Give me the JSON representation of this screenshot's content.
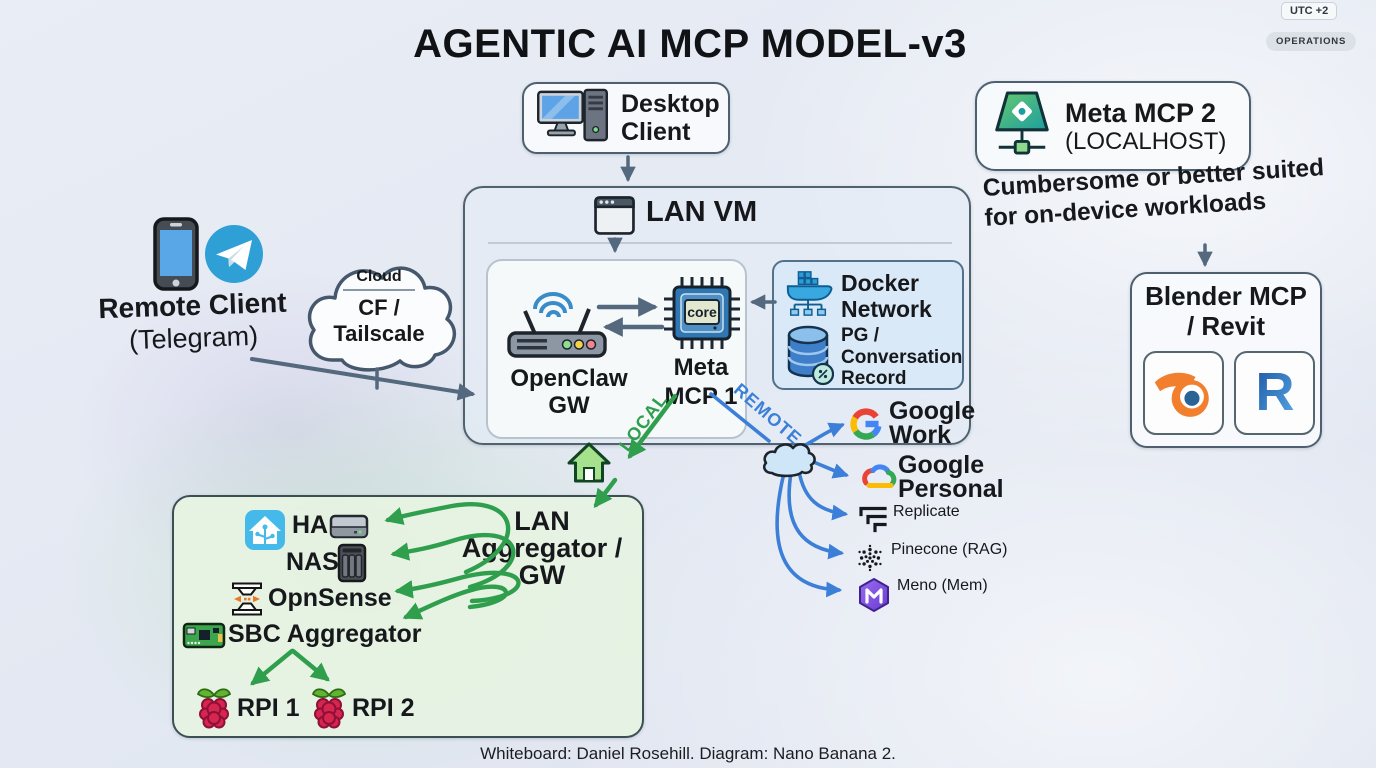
{
  "title": "AGENTIC AI MCP MODEL-v3",
  "footer": "Whiteboard: Daniel Rosehill. Diagram: Nano Banana 2.",
  "badges": {
    "utc": "UTC +2",
    "operations": "OPERATIONS"
  },
  "colors": {
    "local_green": "#2f9e4d",
    "remote_blue": "#3c7fd8",
    "connector_slate": "#54687e",
    "green_panel_fill": "#e6f2e2",
    "docker_panel_fill": "#d9e9f8"
  },
  "desktop_client": {
    "icon": "desktop-computer-icon",
    "line1": "Desktop",
    "line2": "Client"
  },
  "meta_mcp2": {
    "icon": "network-screen-icon",
    "title": "Meta MCP 2",
    "subtitle": "(LOCALHOST)"
  },
  "note": {
    "line1": "Cumbersome or better suited",
    "line2": "for on-device workloads"
  },
  "blender_revit": {
    "title1": "Blender MCP",
    "title2": "/ Revit",
    "icons": [
      "blender-icon",
      "revit-icon"
    ],
    "revit_letter": "R"
  },
  "lan_vm": {
    "icon": "browser-window-icon",
    "label": "LAN VM"
  },
  "openclaw": {
    "icon": "wifi-router-icon",
    "line1": "OpenClaw",
    "line2": "GW"
  },
  "meta_mcp1": {
    "icon": "cpu-chip-icon",
    "chip": "core",
    "line1": "Meta",
    "line2": "MCP 1"
  },
  "docker_box": {
    "docker_icon": "docker-whale-icon",
    "line1": "Docker",
    "line2": "Network",
    "db_icon": "database-icon",
    "pg1": "PG /",
    "pg2": "Conversation",
    "pg3": "Record"
  },
  "remote_client": {
    "icons": [
      "smartphone-icon",
      "telegram-icon"
    ],
    "line1": "Remote Client",
    "line2": "(Telegram)"
  },
  "cloud_gateway": {
    "small": "Cloud",
    "line1": "CF /",
    "line2": "Tailscale"
  },
  "edge_labels": {
    "local": "LOCAL",
    "remote": "REMOTE"
  },
  "lan_aggregator": {
    "heading1": "LAN",
    "heading2": "Aggregator /",
    "heading3": "GW",
    "items": [
      {
        "icon": "home-assistant-icon",
        "label": "HA",
        "suffix_icon": "disk-drive-icon"
      },
      {
        "icon": "nas-icon",
        "label": "NAS"
      },
      {
        "icon": "opnsense-icon",
        "label": "OpnSense"
      },
      {
        "icon": "sbc-board-icon",
        "label": "SBC Aggregator"
      }
    ],
    "rpis": [
      {
        "icon": "raspberry-pi-icon",
        "label": "RPI 1"
      },
      {
        "icon": "raspberry-pi-icon",
        "label": "RPI 2"
      }
    ]
  },
  "services": [
    {
      "icon": "google-g-icon",
      "line1": "Google",
      "line2": "Work"
    },
    {
      "icon": "google-cloud-icon",
      "line1": "Google",
      "line2": "Personal"
    },
    {
      "icon": "replicate-icon",
      "line1": "Replicate"
    },
    {
      "icon": "pinecone-icon",
      "line1": "Pinecone (RAG)"
    },
    {
      "icon": "meno-icon",
      "line1": "Meno (Mem)"
    }
  ]
}
